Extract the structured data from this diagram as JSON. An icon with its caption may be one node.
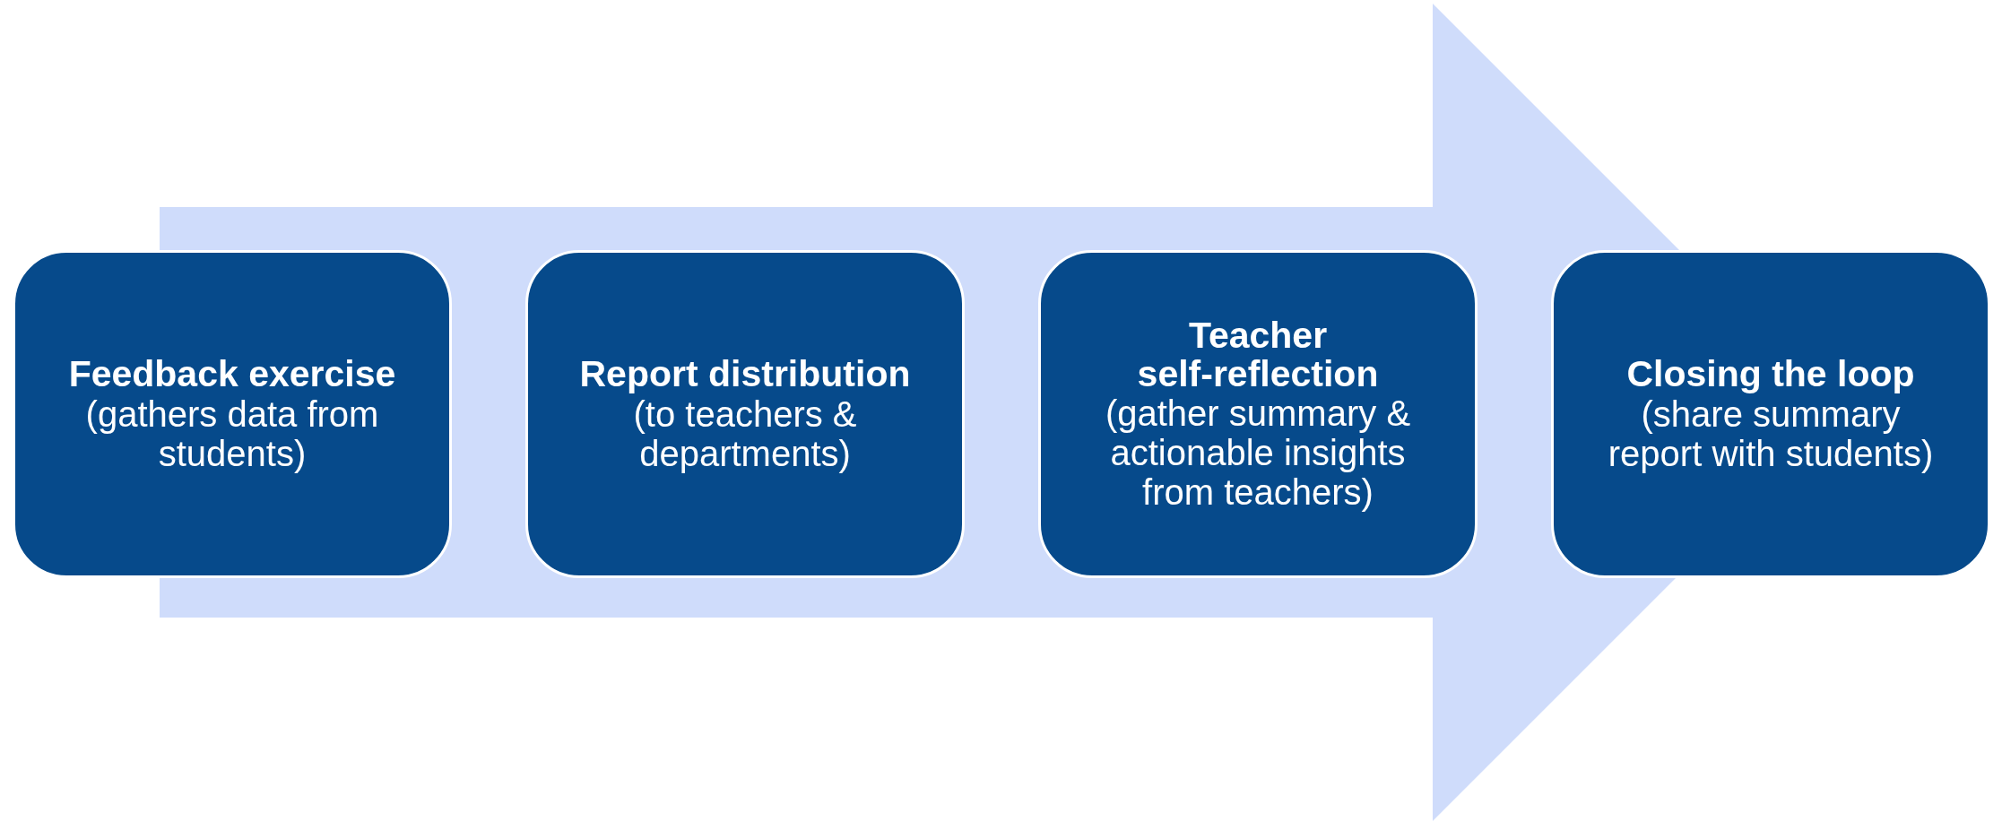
{
  "diagram": {
    "nodes": [
      {
        "text": [
          "Feedback exercise",
          "(gathers data from students)"
        ]
      },
      {
        "text": [
          "Report distribution",
          "(to teachers & departments)"
        ]
      },
      {
        "text": [
          "Teacher self-reflection",
          "(gather summary & actionable insights from teachers)"
        ]
      },
      {
        "text": [
          "Closing the loop",
          "(share summary report with students)"
        ]
      }
    ],
    "edges": [
      {
        "from": 0,
        "to": 3,
        "arrow": "to"
      }
    ]
  }
}
